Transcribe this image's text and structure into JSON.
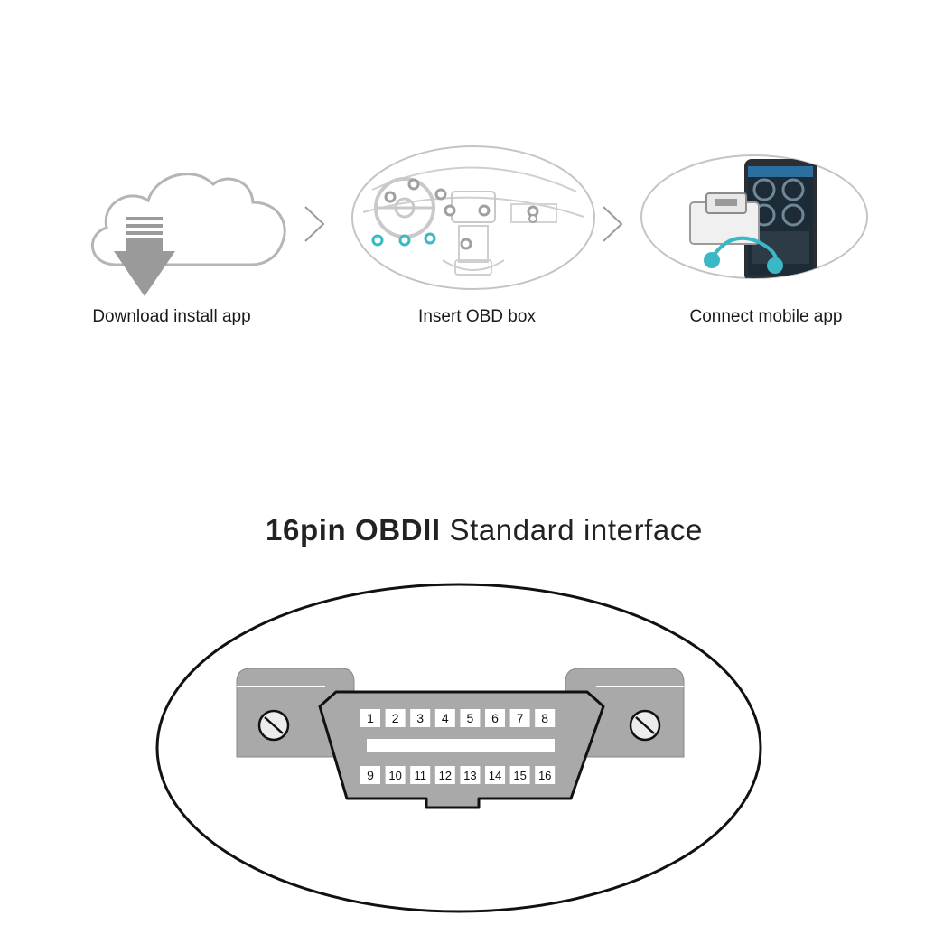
{
  "steps": [
    {
      "label": "Download install app",
      "icon": "cloud-download-icon"
    },
    {
      "label": "Insert OBD box",
      "icon": "car-dashboard-icon"
    },
    {
      "label": "Connect mobile app",
      "icon": "obd-phone-icon"
    }
  ],
  "interface": {
    "title_bold": "16pin OBDII",
    "title_rest": "Standard interface",
    "pins_top": [
      "1",
      "2",
      "3",
      "4",
      "5",
      "6",
      "7",
      "8"
    ],
    "pins_bottom": [
      "9",
      "10",
      "11",
      "12",
      "13",
      "14",
      "15",
      "16"
    ]
  },
  "colors": {
    "accent": "#3bb8c6",
    "icon_gray": "#b5b5b5",
    "connector_gray": "#a9a9a9"
  }
}
